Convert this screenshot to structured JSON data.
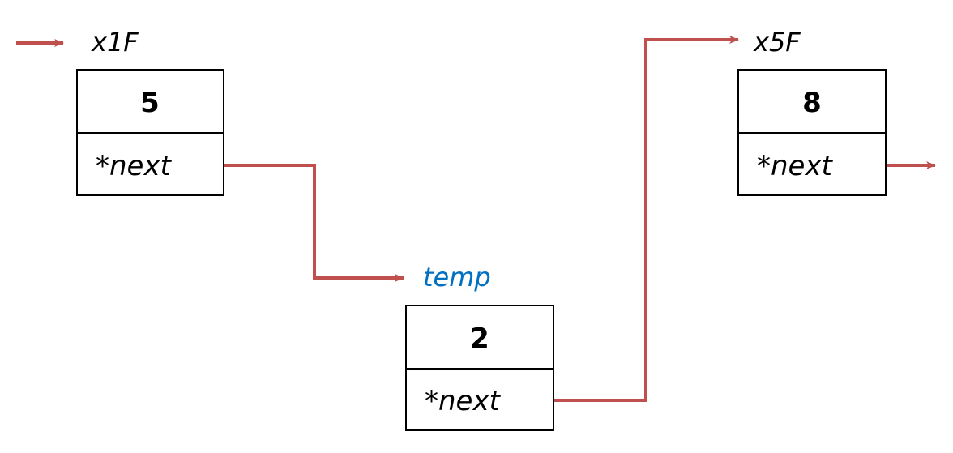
{
  "colors": {
    "arrow": "#c0504d",
    "box_border": "#000000",
    "text": "#000000",
    "temp_label": "#0070c0"
  },
  "nodes": [
    {
      "address": "x1F",
      "value": "5",
      "field": "*next"
    },
    {
      "address": "temp",
      "value": "2",
      "field": "*next"
    },
    {
      "address": "x5F",
      "value": "8",
      "field": "*next"
    }
  ]
}
